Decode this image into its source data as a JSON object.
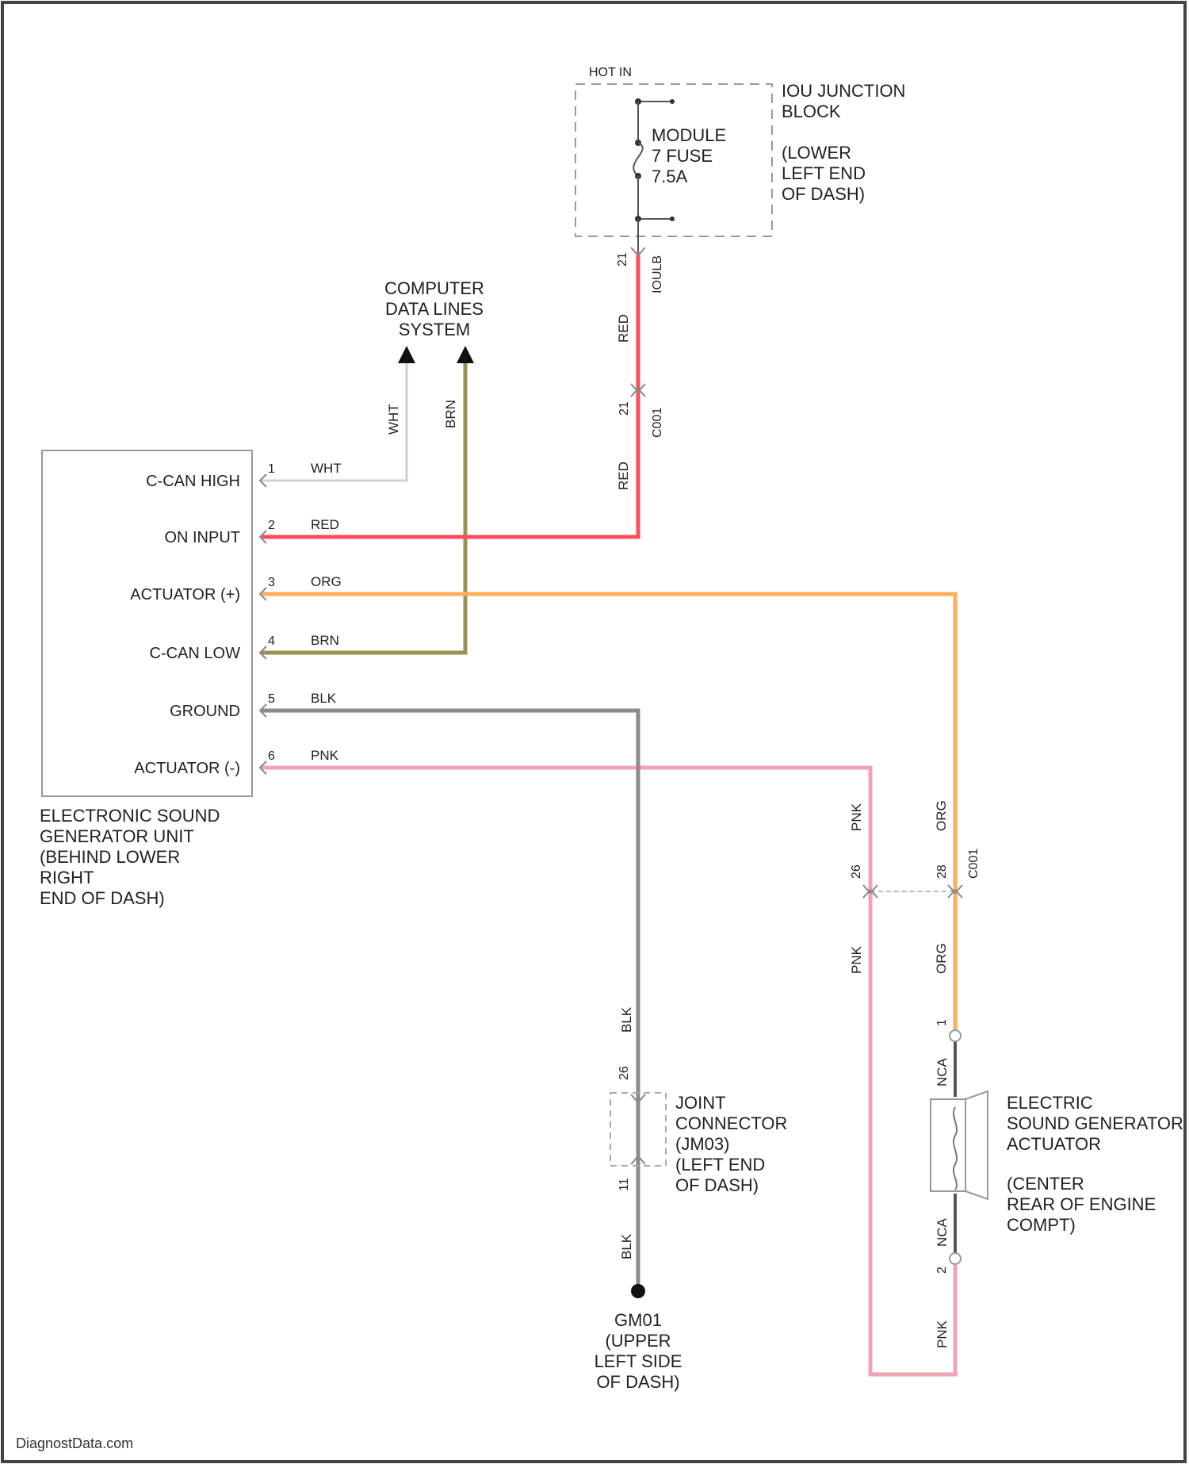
{
  "hot_in": "HOT IN",
  "junction_block": {
    "lines": [
      "IOU JUNCTION",
      "BLOCK",
      "(LOWER",
      "LEFT END",
      "OF DASH)"
    ]
  },
  "fuse": {
    "lines": [
      "MODULE",
      "7 FUSE",
      "7.5A"
    ]
  },
  "fuse_connector": {
    "pin": "21",
    "id": "IOULB"
  },
  "inline_connector": {
    "pin": "21",
    "id": "C001"
  },
  "computer_data_lines": {
    "lines": [
      "COMPUTER",
      "DATA LINES",
      "SYSTEM"
    ]
  },
  "vertical_labels": {
    "whtup": "WHT",
    "brnup": "BRN",
    "red_up": "RED",
    "red_down": "RED",
    "pnk_up": "PNK",
    "pnk_down": "PNK",
    "pnk_lower": "PNK",
    "org_up": "ORG",
    "org_down": "ORG",
    "blk_up": "BLK",
    "blk_down": "BLK",
    "nca_up": "NCA",
    "nca_down": "NCA"
  },
  "esg_unit": {
    "pins": [
      {
        "num": "1",
        "label": "C-CAN HIGH",
        "wire": "WHT",
        "color": "#c8c8c8"
      },
      {
        "num": "2",
        "label": "ON INPUT",
        "wire": "RED",
        "color": "#ff4b5c"
      },
      {
        "num": "3",
        "label": "ACTUATOR (+)",
        "wire": "ORG",
        "color": "#ffad5b"
      },
      {
        "num": "4",
        "label": "C-CAN LOW",
        "wire": "BRN",
        "color": "#9a9155"
      },
      {
        "num": "5",
        "label": "GROUND",
        "wire": "BLK",
        "color": "#8a8a8a"
      },
      {
        "num": "6",
        "label": "ACTUATOR (-)",
        "wire": "PNK",
        "color": "#f2a2b2"
      }
    ],
    "caption": [
      "ELECTRONIC SOUND",
      "GENERATOR UNIT",
      "(BEHIND LOWER",
      "RIGHT",
      "END OF DASH)"
    ]
  },
  "connector_c001": {
    "id": "C001",
    "pin_pnk": "26",
    "pin_org": "28"
  },
  "joint_connector": {
    "pin_top": "26",
    "pin_bottom": "11",
    "lines": [
      "JOINT",
      "CONNECTOR",
      "(JM03)",
      "(LEFT END",
      "OF DASH)"
    ]
  },
  "ground": {
    "lines": [
      "GM01",
      "(UPPER",
      "LEFT SIDE",
      "OF DASH)"
    ]
  },
  "actuator": {
    "pin_top": "1",
    "pin_bottom": "2",
    "lines": [
      "ELECTRIC",
      "SOUND GENERATOR",
      "ACTUATOR",
      "(CENTER",
      "REAR OF ENGINE",
      "COMPT)"
    ]
  },
  "watermark": "DiagnostData.com"
}
